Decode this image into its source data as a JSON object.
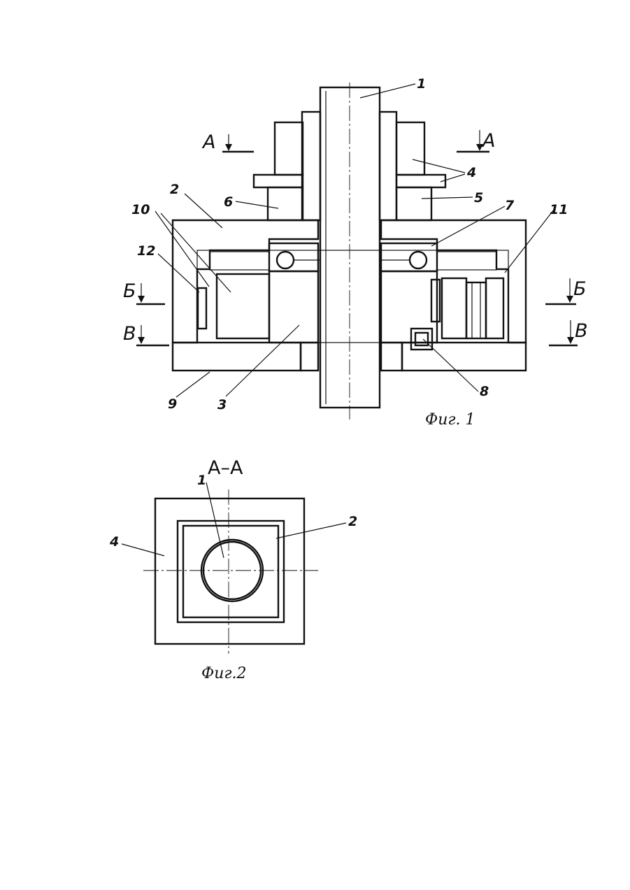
{
  "figure1": {
    "caption": "Фиг. 1",
    "part_labels": [
      "1",
      "2",
      "3",
      "4",
      "5",
      "6",
      "7",
      "8",
      "9",
      "10",
      "11",
      "12"
    ],
    "section_marks": [
      "А",
      "А",
      "Б",
      "Б",
      "В",
      "В"
    ]
  },
  "figure2": {
    "caption": "Фиг.2",
    "section_title": "А–А",
    "part_labels": [
      "1",
      "2",
      "4"
    ]
  }
}
